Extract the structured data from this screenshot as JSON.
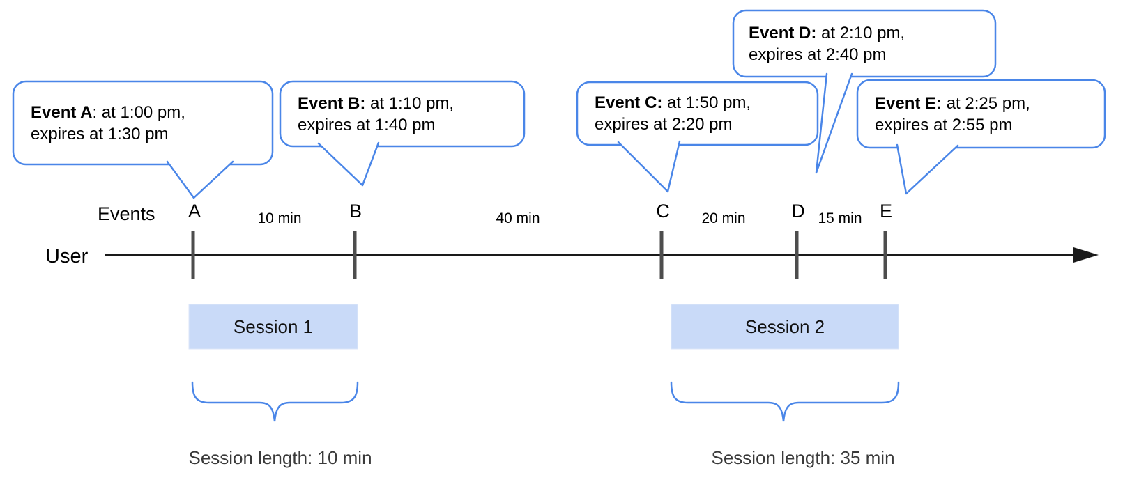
{
  "title": "Event sessionization timeline diagram",
  "colors": {
    "accent_blue": "#4a86e8",
    "session_fill": "#c9daf8",
    "tick_gray": "#4d4d4d",
    "timeline_black": "#1a1a1a",
    "muted_text": "#3a3a3a"
  },
  "bubbles": [
    {
      "id": "A",
      "bold": "Event A",
      "rest": ": at 1:00 pm,",
      "line2": "expires at 1:30 pm"
    },
    {
      "id": "B",
      "bold": "Event B:",
      "rest": " at 1:10 pm,",
      "line2": "expires at 1:40 pm"
    },
    {
      "id": "C",
      "bold": "Event C:",
      "rest": " at 1:50 pm,",
      "line2": "expires at 2:20 pm"
    },
    {
      "id": "D",
      "bold": "Event D:",
      "rest": " at 2:10 pm,",
      "line2": "expires at 2:40 pm"
    },
    {
      "id": "E",
      "bold": "Event E:",
      "rest": " at 2:25 pm,",
      "line2": "expires at 2:55 pm"
    }
  ],
  "timeline": {
    "axis_label": "User",
    "events_label": "Events",
    "event_marks": [
      "A",
      "B",
      "C",
      "D",
      "E"
    ],
    "intervals": [
      "10 min",
      "40 min",
      "20 min",
      "15 min"
    ]
  },
  "sessions": [
    {
      "label": "Session 1",
      "length_label": "Session length: 10 min"
    },
    {
      "label": "Session 2",
      "length_label": "Session length: 35 min"
    }
  ]
}
